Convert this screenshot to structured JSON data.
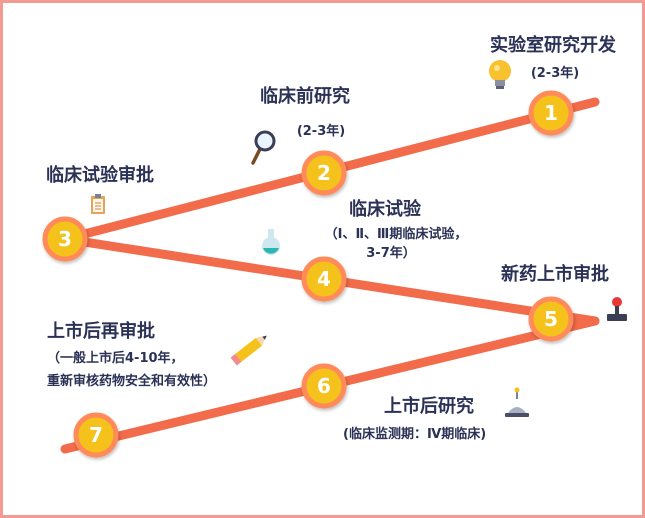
{
  "colors": {
    "line": "#f26b4a",
    "node_fill": "#f5c21b",
    "node_ring": "#ff8a5a",
    "node_text": "#ffffff",
    "text": "#2b3256",
    "border": "#f19b93"
  },
  "steps": [
    {
      "num": "1",
      "title": "实验室研究开发",
      "sub": "(2-3年)",
      "icon": "lightbulb-icon"
    },
    {
      "num": "2",
      "title": "临床前研究",
      "sub": "(2-3年)",
      "icon": "magnifier-icon"
    },
    {
      "num": "3",
      "title": "临床试验审批",
      "icon": "clipboard-icon"
    },
    {
      "num": "4",
      "title": "临床试验",
      "sub1": "（Ⅰ、Ⅱ、Ⅲ期临床试验，",
      "sub2": "3-7年）",
      "icon": "flask-icon"
    },
    {
      "num": "5",
      "title": "新药上市审批",
      "icon": "stamp-icon"
    },
    {
      "num": "6",
      "title": "上市后研究",
      "sub": "(临床监测期：Ⅳ期临床)",
      "icon": "microscope-icon"
    },
    {
      "num": "7",
      "title": "上市后再审批",
      "sub1": "（一般上市后4-10年，",
      "sub2": "重新审核药物安全和有效性）",
      "icon": "pencil-icon"
    }
  ]
}
